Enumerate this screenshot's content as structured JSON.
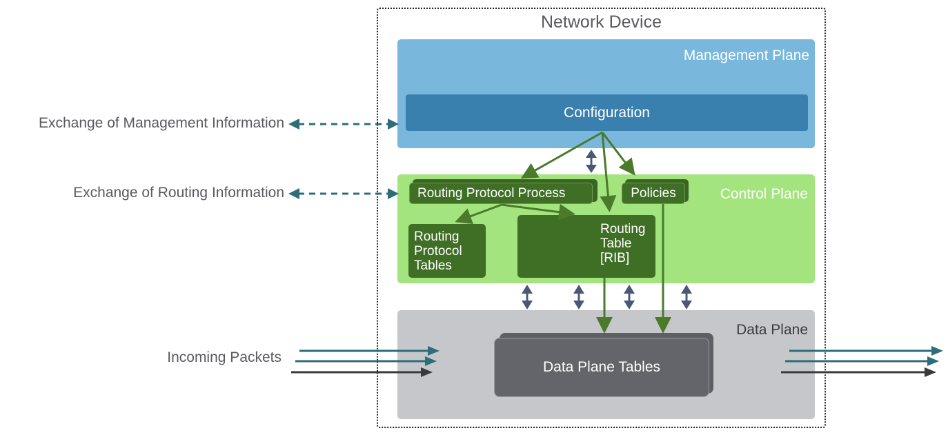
{
  "device": {
    "title": "Network Device"
  },
  "planes": {
    "management": {
      "label": "Management Plane",
      "configuration": "Configuration",
      "color": "#79b7dd",
      "inner_color": "#3a80ae"
    },
    "control": {
      "label": "Control Plane",
      "color": "#a3e47e",
      "routing_protocol_process": "Routing Protocol Process",
      "policies": "Policies",
      "routing_protocol_tables": [
        "Routing",
        "Protocol",
        "Tables"
      ],
      "routing_table": [
        "Routing",
        "Table",
        "[RIB]"
      ],
      "box_color": "#3f6e25"
    },
    "data": {
      "label": "Data Plane",
      "tables": "Data Plane Tables",
      "color": "#c6c7cb",
      "table_color": "#64656a"
    }
  },
  "external": {
    "management_exchange": "Exchange of Management Information",
    "routing_exchange": "Exchange of Routing Information",
    "incoming_packets": "Incoming Packets"
  },
  "colors": {
    "flow_arrow": "#4a7a2a",
    "exchange_arrow": "#2d6e78",
    "bidirectional_arrow": "#4a5878",
    "packet_dark": "#3a3a3c"
  }
}
